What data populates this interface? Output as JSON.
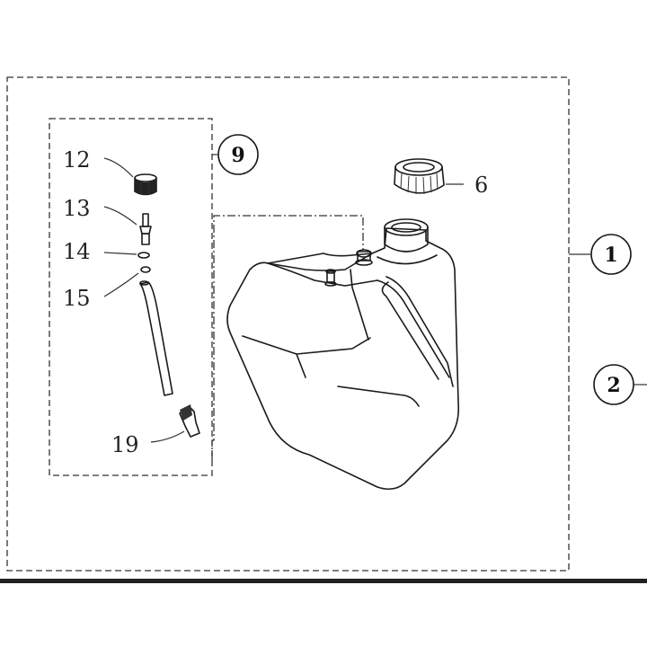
{
  "callouts": {
    "c1": "1",
    "c2": "2",
    "c9": "9"
  },
  "labels": {
    "p6": "6",
    "p12": "12",
    "p13": "13",
    "p14": "14",
    "p15": "15",
    "p19": "19"
  }
}
